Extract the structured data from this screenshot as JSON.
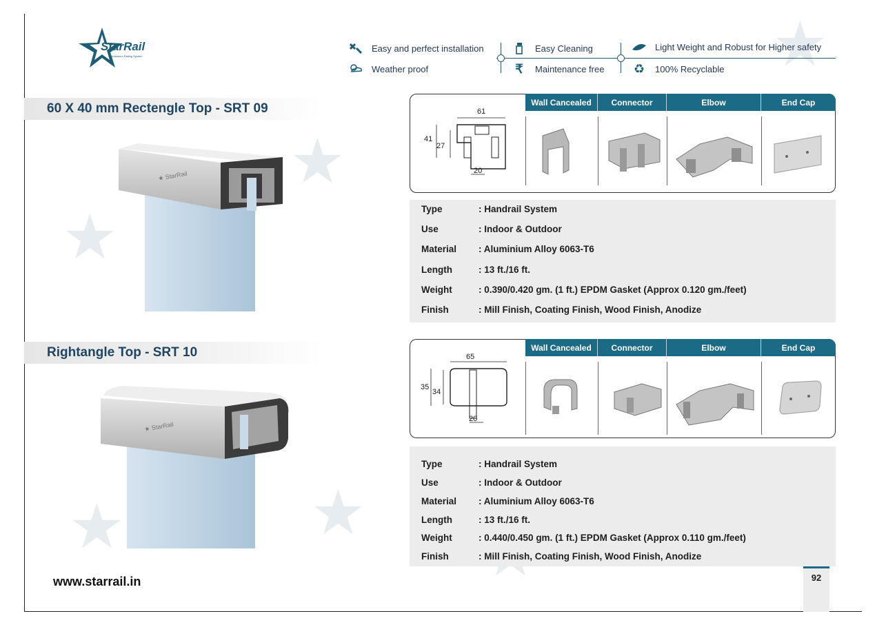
{
  "brand": {
    "name": "StarRail",
    "tagline": "Aluminium Railing System"
  },
  "features": {
    "row1": [
      {
        "icon": "tools-icon",
        "label": "Easy and perfect installation"
      },
      {
        "icon": "spray-bottle-icon",
        "label": "Easy Cleaning"
      },
      {
        "icon": "feather-icon",
        "label": "Light Weight and Robust for Higher safety"
      }
    ],
    "row2": [
      {
        "icon": "weather-icon",
        "label": "Weather proof"
      },
      {
        "icon": "rupee-icon",
        "label": "Maintenance free"
      },
      {
        "icon": "recycle-icon",
        "label": "100% Recyclable"
      }
    ]
  },
  "products": [
    {
      "title": "60 X 40 mm Rectengle Top - SRT 09",
      "drawing": {
        "width": "61",
        "height": "41",
        "inner_height": "27",
        "channel": "20"
      },
      "accessories": [
        "Wall Cancealed",
        "Connector",
        "Elbow",
        "End Cap"
      ],
      "specs": [
        {
          "key": "Type",
          "value": ": Handrail System"
        },
        {
          "key": "Use",
          "value": ": Indoor & Outdoor"
        },
        {
          "key": "Material",
          "value": ": Aluminium Alloy 6063-T6"
        },
        {
          "key": "Length",
          "value": ": 13 ft./16 ft."
        },
        {
          "key": "Weight",
          "value": ": 0.390/0.420 gm. (1 ft.) EPDM Gasket (Approx 0.120 gm./feet)"
        },
        {
          "key": "Finish",
          "value": ": Mill Finish, Coating Finish, Wood Finish, Anodize"
        }
      ]
    },
    {
      "title": "Rightangle Top - SRT 10",
      "drawing": {
        "width": "65",
        "height": "35",
        "inner_height": "34",
        "channel": "20"
      },
      "accessories": [
        "Wall Cancealed",
        "Connector",
        "Elbow",
        "End Cap"
      ],
      "specs": [
        {
          "key": "Type",
          "value": ": Handrail System"
        },
        {
          "key": "Use",
          "value": ": Indoor & Outdoor"
        },
        {
          "key": "Material",
          "value": ": Aluminium Alloy 6063-T6"
        },
        {
          "key": "Length",
          "value": ": 13 ft./16 ft."
        },
        {
          "key": "Weight",
          "value": ": 0.440/0.450 gm. (1 ft.) EPDM Gasket (Approx 0.110 gm./feet)"
        },
        {
          "key": "Finish",
          "value": ": Mill Finish, Coating Finish, Wood Finish, Anodize"
        }
      ]
    }
  ],
  "footer": {
    "website": "www.starrail.in",
    "page_number": "92"
  },
  "colors": {
    "accent": "#1b6b86",
    "title": "#1f4561",
    "spec_bg": "#ececec"
  }
}
